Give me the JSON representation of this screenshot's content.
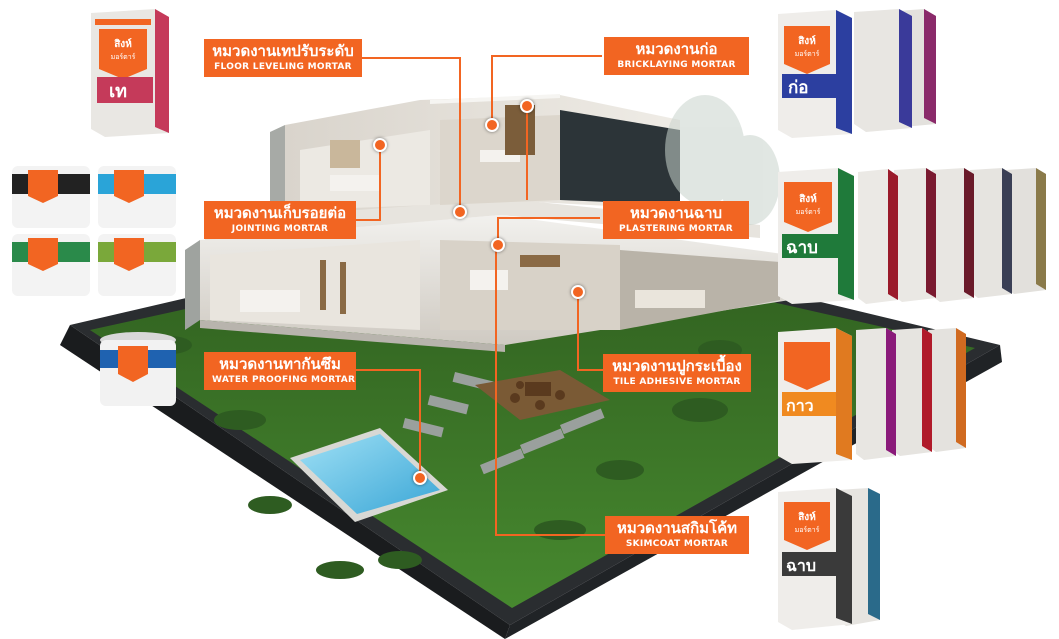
{
  "categories": [
    {
      "id": "floor-leveling",
      "thai": "หมวดงานเทปรับระดับ",
      "english": "FLOOR LEVELING MORTAR"
    },
    {
      "id": "bricklaying",
      "thai": "หมวดงานก่อ",
      "english": "BRICKLAYING MORTAR"
    },
    {
      "id": "jointing",
      "thai": "หมวดงานเก็บรอยต่อ",
      "english": "JOINTING MORTAR"
    },
    {
      "id": "plastering",
      "thai": "หมวดงานฉาบ",
      "english": "PLASTERING MORTAR"
    },
    {
      "id": "water-proofing",
      "thai": "หมวดงานทากันซึม",
      "english": "WATER PROOFING MORTAR"
    },
    {
      "id": "tile-adhesive",
      "thai": "หมวดงานปูกระเบื้อง",
      "english": "TILE ADHESIVE MORTAR"
    },
    {
      "id": "skimcoat",
      "thai": "หมวดงานสกิมโค้ท",
      "english": "SKIMCOAT MORTAR"
    }
  ],
  "brand": {
    "name_line1": "สิงห์",
    "name_line2": "มอร์ตาร์"
  },
  "products": {
    "floor_bag_word": "เท",
    "brick_bag_word": "ก่อ",
    "plaster_bag_word": "ฉาบ",
    "tile_bag_word": "กาว",
    "skim_bag_word": "ฉาบ"
  },
  "colors": {
    "accent": "#f26522",
    "grass": "#3f7a2a",
    "pool": "#6fc3e6",
    "wall": "#e8e6e1",
    "floor": "#c9c4bb"
  }
}
